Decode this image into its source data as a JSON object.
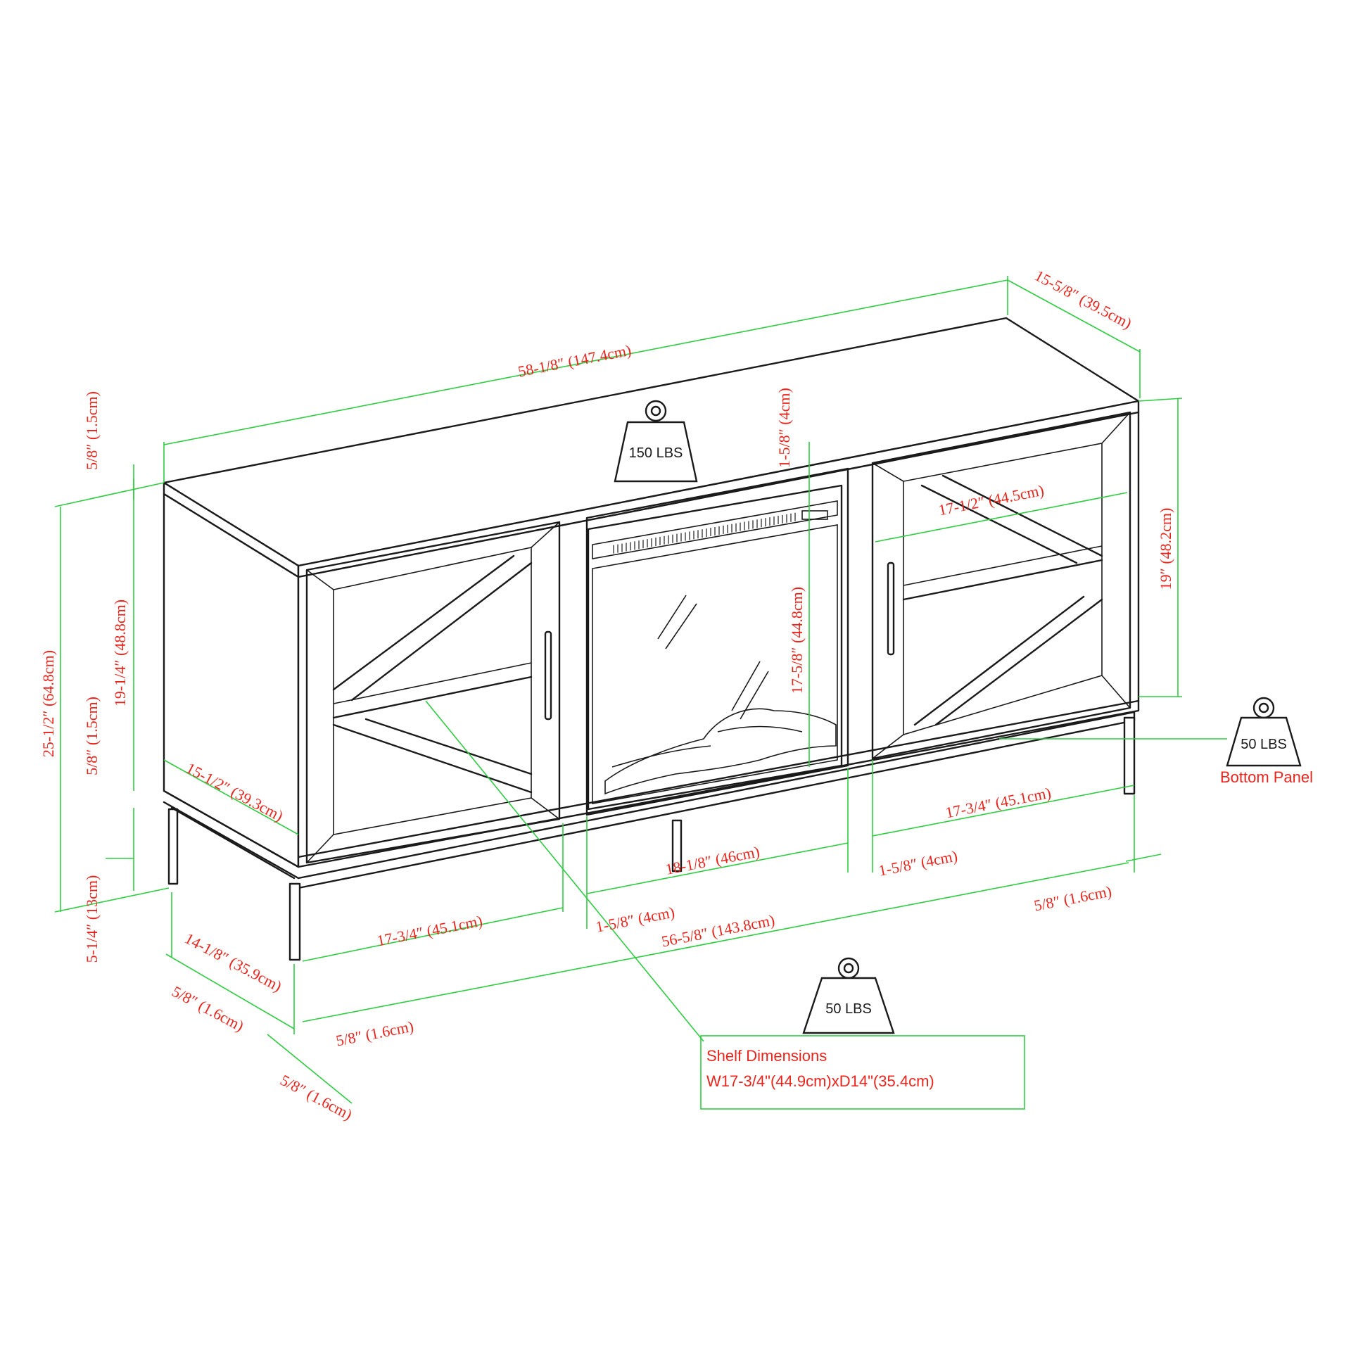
{
  "weights": {
    "top": "150 LBS",
    "bottom_panel": "50 LBS",
    "shelf": "50 LBS"
  },
  "labels": {
    "bottom_panel": "Bottom Panel",
    "shelf_title": "Shelf Dimensions",
    "shelf_size": "W17-3/4\"(44.9cm)xD14\"(35.4cm)"
  },
  "dimensions": {
    "overall_width": "58-1/8″ (147.4cm)",
    "overall_depth": "15-5/8″ (39.5cm)",
    "top_thickness": "5/8″ (1.5cm)",
    "overall_height": "25-1/2″ (64.8cm)",
    "body_height": "19-1/4″ (48.8cm)",
    "bottom_thickness": "5/8″ (1.5cm)",
    "leg_height": "5-1/4″ (13cm)",
    "side_depth": "15-1/2″ (39.3cm)",
    "base_depth": "14-1/8″ (35.9cm)",
    "leg_offset_a": "5/8″ (1.6cm)",
    "leg_offset_b": "5/8″ (1.6cm)",
    "leg_offset_c": "5/8″ (1.6cm)",
    "leg_offset_d": "5/8″ (1.6cm)",
    "left_opening": "17-3/4″ (45.1cm)",
    "divider_left": "1-5/8″ (4cm)",
    "fireplace_width": "18-1/8″ (46cm)",
    "divider_right": "1-5/8″ (4cm)",
    "right_opening": "17-3/4″ (45.1cm)",
    "base_width": "56-5/8″ (143.8cm)",
    "right_shelf_width": "17-1/2″ (44.5cm)",
    "right_door_height": "19″ (48.2cm)",
    "fireplace_height": "17-5/8″ (44.8cm)",
    "fireplace_top": "1-5/8″ (4cm)"
  }
}
